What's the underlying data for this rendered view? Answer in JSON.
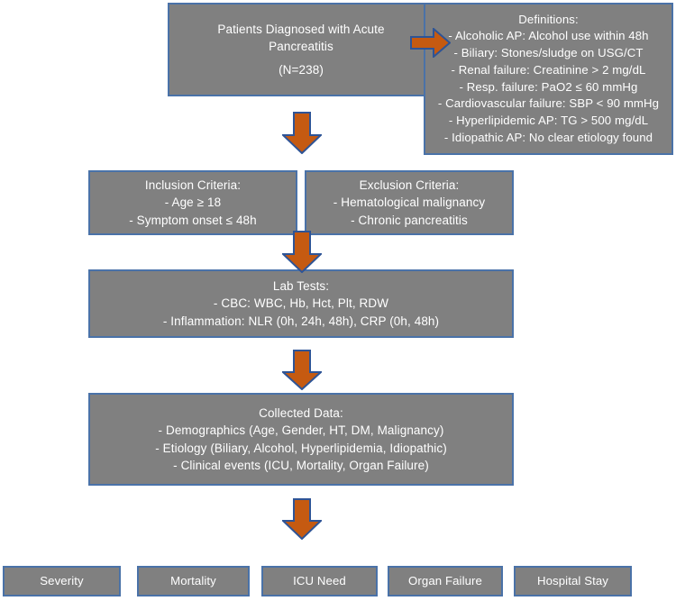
{
  "diagram": {
    "title": "Acute Pancreatitis Study Flowchart",
    "colors": {
      "box_fill": "#808080",
      "box_border": "#4a72a8",
      "box_text": "#ffffff",
      "arrow_fill": "#c55a11",
      "arrow_border": "#2e5496",
      "background": "#ffffff"
    },
    "nodes": {
      "population": {
        "lines": [
          "Patients Diagnosed with Acute",
          "Pancreatitis",
          "",
          "(N=238)"
        ]
      },
      "definitions": {
        "lines": [
          "Definitions:",
          "- Alcoholic AP: Alcohol use within 48h",
          "- Biliary: Stones/sludge on USG/CT",
          "- Renal failure: Creatinine > 2 mg/dL",
          "- Resp. failure: PaO2 ≤ 60 mmHg",
          "- Cardiovascular failure: SBP < 90 mmHg",
          "- Hyperlipidemic AP: TG > 500 mg/dL",
          "- Idiopathic AP: No clear etiology found"
        ]
      },
      "inclusion": {
        "lines": [
          "Inclusion Criteria:",
          "- Age ≥ 18",
          "- Symptom onset ≤ 48h"
        ]
      },
      "exclusion": {
        "lines": [
          "Exclusion Criteria:",
          "- Hematological malignancy",
          "- Chronic pancreatitis"
        ]
      },
      "lab_tests": {
        "lines": [
          "Lab Tests:",
          "- CBC: WBC, Hb, Hct, Plt, RDW",
          "- Inflammation: NLR (0h, 24h, 48h), CRP (0h, 48h)"
        ]
      },
      "collected_data": {
        "lines": [
          "Collected Data:",
          "- Demographics (Age, Gender, HT, DM, Malignancy)",
          "- Etiology (Biliary, Alcohol, Hyperlipidemia, Idiopathic)",
          "- Clinical events (ICU, Mortality, Organ Failure)"
        ]
      }
    },
    "outcomes": [
      {
        "label": "Severity"
      },
      {
        "label": "Mortality"
      },
      {
        "label": "ICU Need"
      },
      {
        "label": "Organ Failure"
      },
      {
        "label": "Hospital Stay"
      }
    ],
    "arrows": [
      {
        "name": "arrow-population-to-definitions",
        "direction": "right"
      },
      {
        "name": "arrow-population-to-criteria",
        "direction": "down"
      },
      {
        "name": "arrow-criteria-to-lab-tests",
        "direction": "down"
      },
      {
        "name": "arrow-lab-tests-to-collected-data",
        "direction": "down"
      },
      {
        "name": "arrow-collected-data-to-outcomes",
        "direction": "down"
      }
    ]
  }
}
